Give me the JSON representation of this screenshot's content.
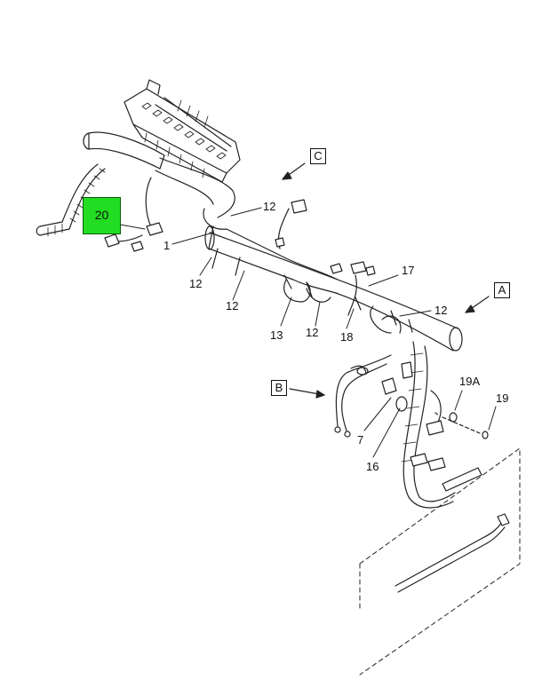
{
  "diagram": {
    "view_labels": {
      "a": "A",
      "b": "B",
      "c": "C"
    },
    "highlighted_part": "20",
    "callouts": {
      "c1": "1",
      "c12a": "12",
      "c12b": "12",
      "c12c": "12",
      "c12d": "12",
      "c12e": "12",
      "c13": "13",
      "c17": "17",
      "c18": "18",
      "c7": "7",
      "c16": "16",
      "c19a": "19A",
      "c19": "19"
    },
    "colors": {
      "highlight": "#22dd22",
      "line": "#222222"
    }
  }
}
